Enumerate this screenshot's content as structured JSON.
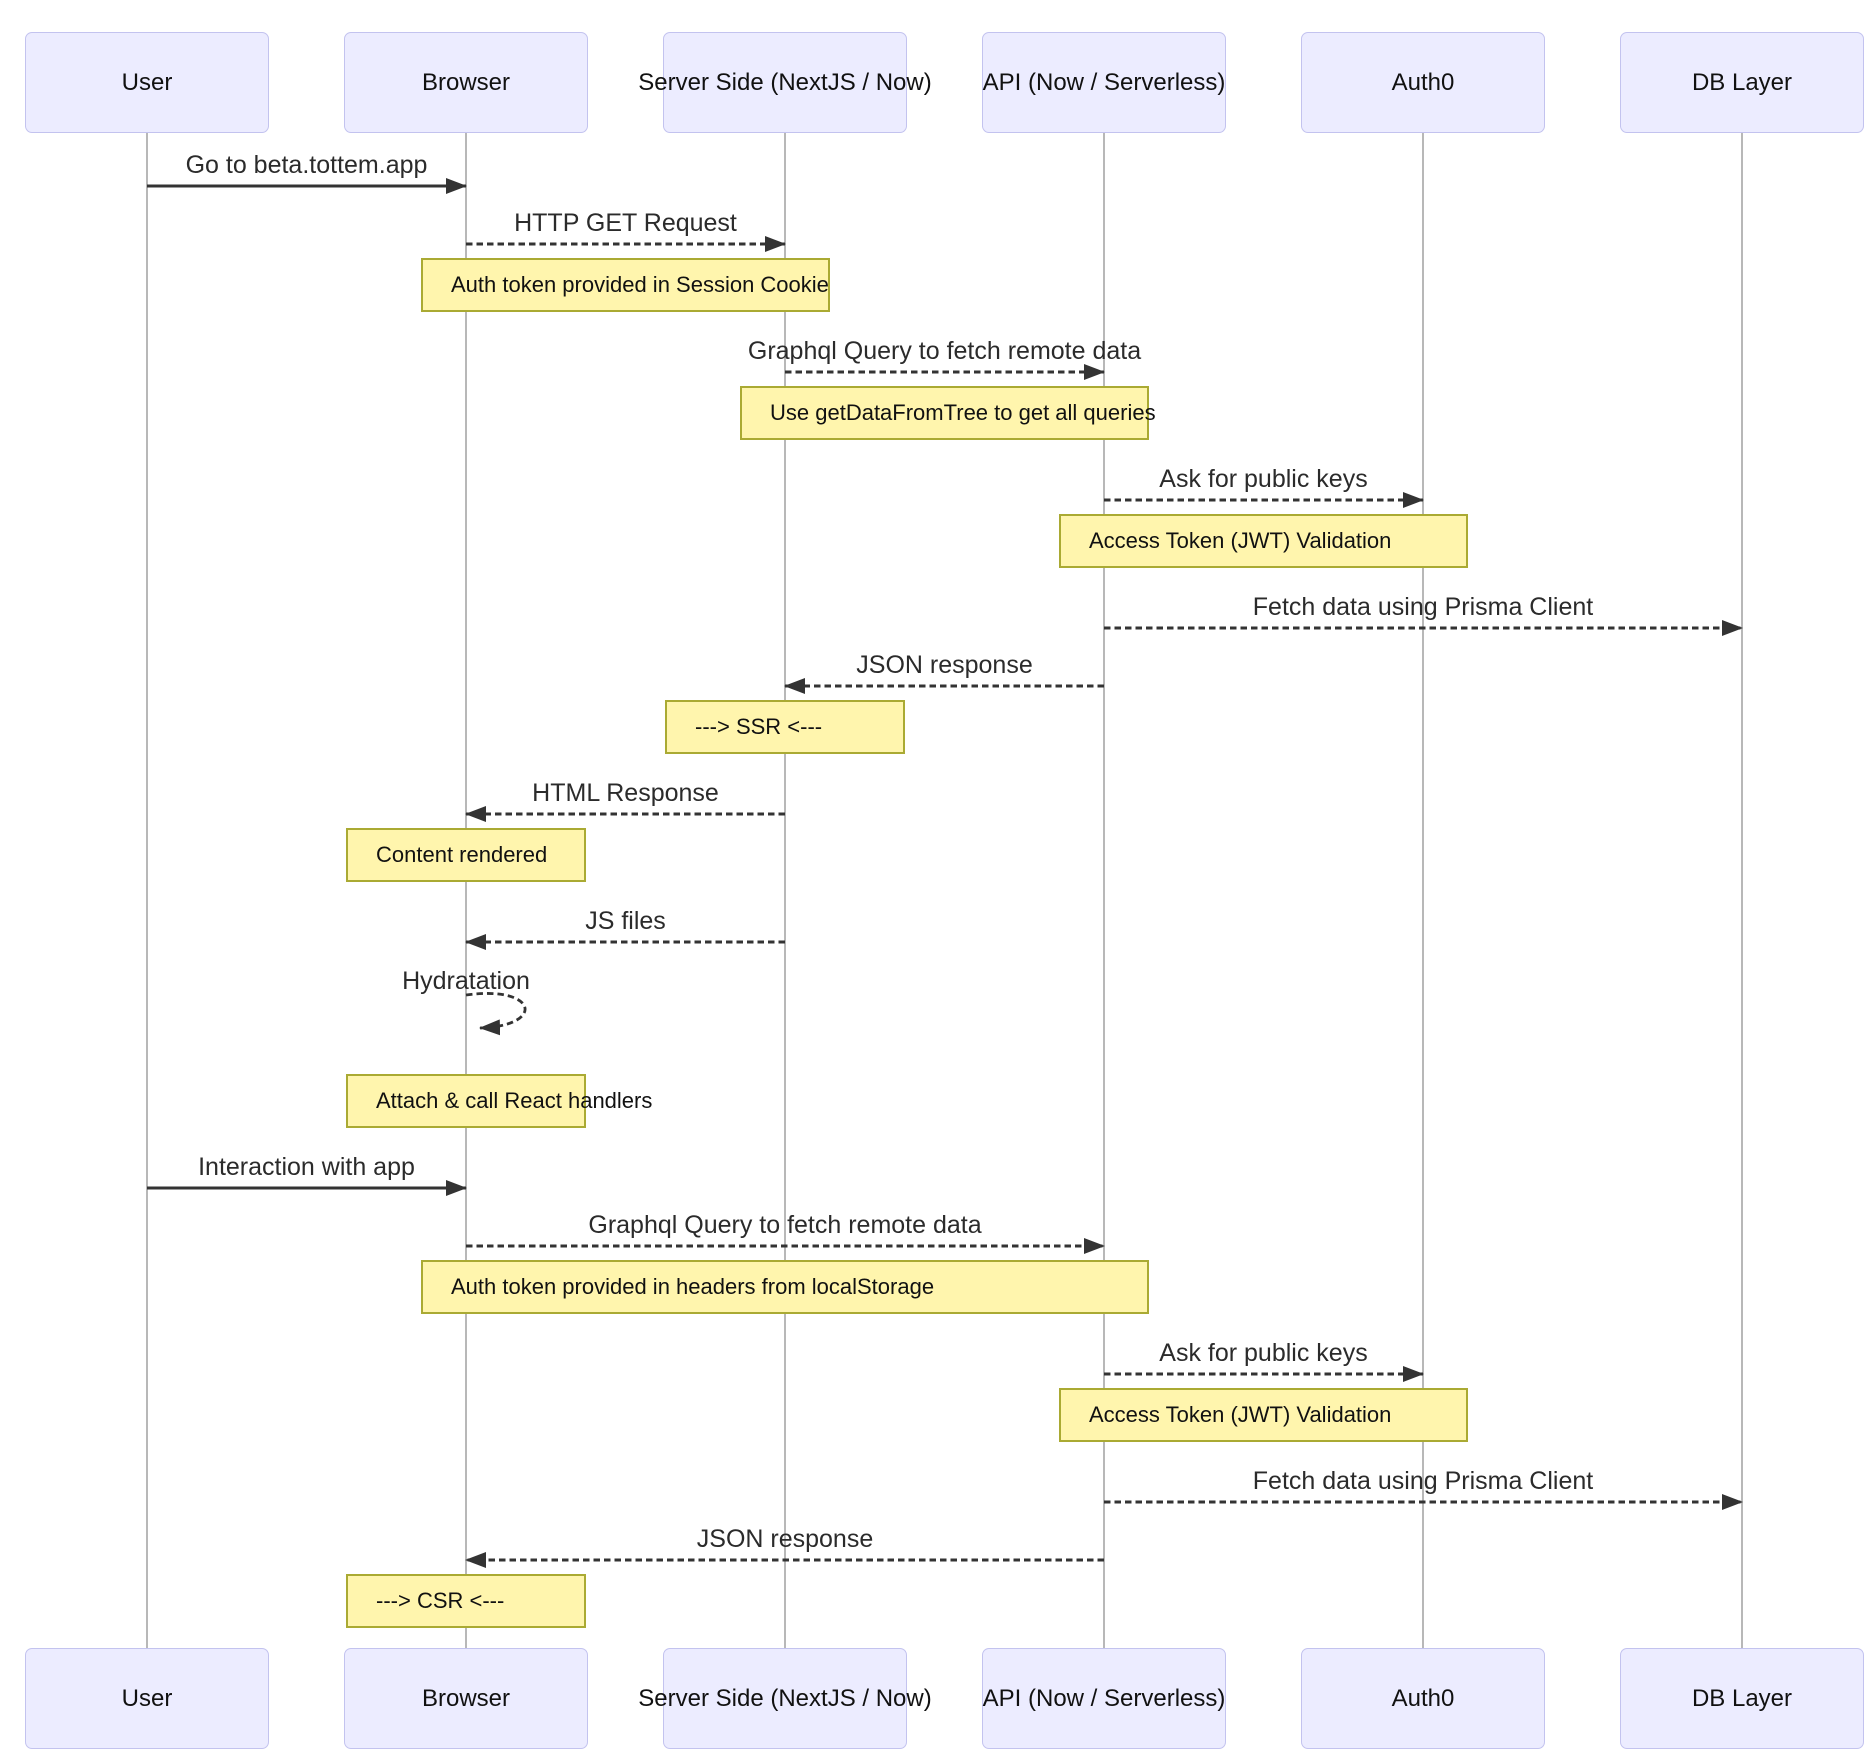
{
  "diagram": {
    "participants": [
      {
        "id": "user",
        "label": "User"
      },
      {
        "id": "browser",
        "label": "Browser"
      },
      {
        "id": "server",
        "label": "Server Side (NextJS / Now)"
      },
      {
        "id": "api",
        "label": "API (Now / Serverless)"
      },
      {
        "id": "auth0",
        "label": "Auth0"
      },
      {
        "id": "db",
        "label": "DB Layer"
      }
    ],
    "events": [
      {
        "type": "message",
        "from": "user",
        "to": "browser",
        "style": "solid",
        "text": "Go to beta.tottem.app"
      },
      {
        "type": "message",
        "from": "browser",
        "to": "server",
        "style": "dashed",
        "text": "HTTP GET Request"
      },
      {
        "type": "note",
        "over": [
          "browser",
          "server"
        ],
        "text": "Auth token provided in Session Cookie"
      },
      {
        "type": "message",
        "from": "server",
        "to": "api",
        "style": "dashed",
        "text": "Graphql Query to fetch remote data"
      },
      {
        "type": "note",
        "over": [
          "server",
          "api"
        ],
        "text": "Use getDataFromTree to get all queries"
      },
      {
        "type": "message",
        "from": "api",
        "to": "auth0",
        "style": "dashed",
        "text": "Ask for public keys"
      },
      {
        "type": "note",
        "over": [
          "api",
          "auth0"
        ],
        "text": "Access Token (JWT) Validation"
      },
      {
        "type": "message",
        "from": "api",
        "to": "db",
        "style": "dashed",
        "text": "Fetch data using Prisma Client"
      },
      {
        "type": "message",
        "from": "api",
        "to": "server",
        "style": "dashed",
        "text": "JSON response"
      },
      {
        "type": "note",
        "over": [
          "server"
        ],
        "text": "---> SSR <---"
      },
      {
        "type": "message",
        "from": "server",
        "to": "browser",
        "style": "dashed",
        "text": "HTML Response"
      },
      {
        "type": "note",
        "over": [
          "browser"
        ],
        "text": "Content rendered"
      },
      {
        "type": "message",
        "from": "server",
        "to": "browser",
        "style": "dashed",
        "text": "JS files"
      },
      {
        "type": "self",
        "on": "browser",
        "text": "Hydratation"
      },
      {
        "type": "note",
        "over": [
          "browser"
        ],
        "text": "Attach & call React handlers"
      },
      {
        "type": "message",
        "from": "user",
        "to": "browser",
        "style": "solid",
        "text": "Interaction with app"
      },
      {
        "type": "message",
        "from": "browser",
        "to": "api",
        "style": "dashed",
        "text": "Graphql Query to fetch remote data"
      },
      {
        "type": "note",
        "over": [
          "browser",
          "api"
        ],
        "text": "Auth token provided in headers from localStorage"
      },
      {
        "type": "message",
        "from": "api",
        "to": "auth0",
        "style": "dashed",
        "text": "Ask for public keys"
      },
      {
        "type": "note",
        "over": [
          "api",
          "auth0"
        ],
        "text": "Access Token (JWT) Validation"
      },
      {
        "type": "message",
        "from": "api",
        "to": "db",
        "style": "dashed",
        "text": "Fetch data using Prisma Client"
      },
      {
        "type": "message",
        "from": "api",
        "to": "browser",
        "style": "dashed",
        "text": "JSON response"
      },
      {
        "type": "note",
        "over": [
          "browser"
        ],
        "text": "---> CSR <---"
      }
    ],
    "colors": {
      "actor_fill": "#ECECFF",
      "actor_border": "#c3c3ef",
      "note_fill": "#fff5ad",
      "note_border": "#aaaa33",
      "line": "#333333",
      "lifeline": "#999999"
    }
  }
}
